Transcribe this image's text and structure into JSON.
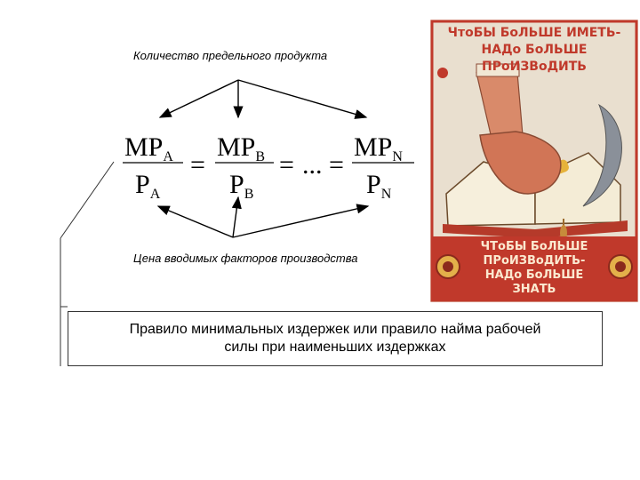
{
  "diagram": {
    "top_label": "Количество предельного продукта",
    "bottom_label": "Цена вводимых факторов производства",
    "formula": {
      "mp": "MP",
      "p": "P",
      "subscripts": [
        "A",
        "B",
        "N"
      ],
      "equals": "=",
      "ellipsis": "..."
    }
  },
  "rule_box": {
    "line1": "Правило минимальных издержек или правило найма рабочей",
    "line2": "силы при наименьших издержках"
  },
  "poster": {
    "top_line1": "ЧтоБЫ БоЛЬШЕ ИМЕТЬ-",
    "top_line2": "НАДо БоЛЬШЕ ПРоИЗВоДИТЬ",
    "bottom_line1": "ЧТоБЫ БоЛЬШЕ",
    "bottom_line2": "ПРоИЗВоДИТЬ-",
    "bottom_line3": "НАДо БоЛЬШЕ",
    "bottom_line4": "ЗНАТЬ",
    "colors": {
      "border": "#c0392b",
      "bottom_band": "#c0392b",
      "background": "#e9dfcf"
    }
  }
}
